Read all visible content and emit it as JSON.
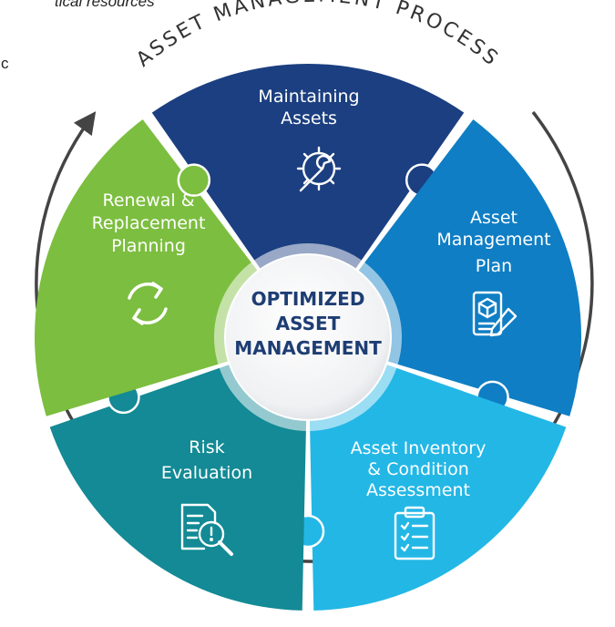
{
  "fragments": {
    "top": "tical resources",
    "left": "c"
  },
  "title_arc": "ASSET MANAGEMENT PROCESS",
  "center": {
    "line1": "OPTIMIZED",
    "line2": "ASSET",
    "line3": "MANAGEMENT"
  },
  "segments": {
    "maintaining": {
      "line1": "Maintaining",
      "line2": "Assets",
      "color": "#1b3f80",
      "icon": "gear-wrench-icon"
    },
    "plan": {
      "line1": "Asset",
      "line2": "Management",
      "line3": "Plan",
      "color": "#0f7ec4",
      "icon": "document-pen-icon"
    },
    "inventory": {
      "line1": "Asset Inventory",
      "line2": "& Condition",
      "line3": "Assessment",
      "color": "#23b7e6",
      "icon": "clipboard-checklist-icon"
    },
    "risk": {
      "line1": "Risk",
      "line2": "Evaluation",
      "color": "#138a95",
      "icon": "document-magnifier-icon"
    },
    "renewal": {
      "line1": "Renewal &",
      "line2": "Replacement",
      "line3": "Planning",
      "color": "#7cbe3f",
      "icon": "refresh-cycle-icon"
    }
  }
}
